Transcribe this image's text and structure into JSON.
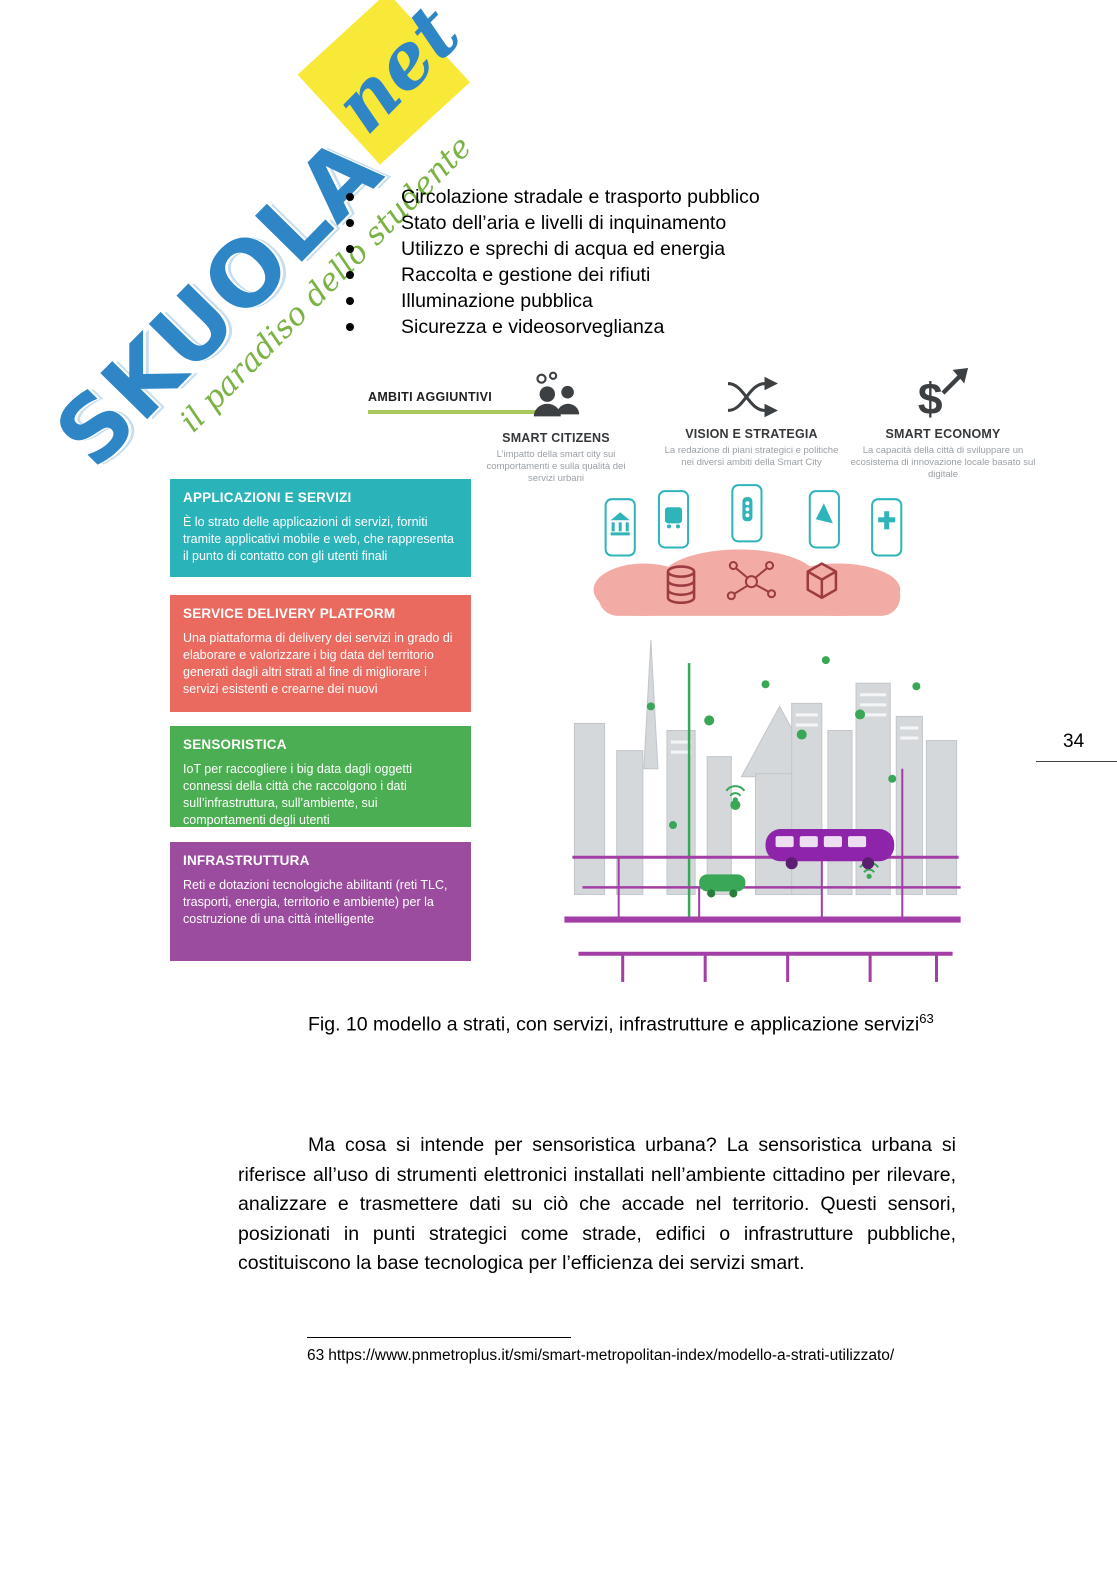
{
  "watermark": {
    "brand_main": "SKUOLA",
    "brand_suffix": "net",
    "tagline": "il paradiso dello studente"
  },
  "bullet_list": {
    "items": [
      "Circolazione stradale e trasporto pubblico",
      "Stato dell’aria e livelli di inquinamento",
      "Utilizzo e sprechi di acqua ed energia",
      "Raccolta e gestione dei rifiuti",
      "Illuminazione pubblica",
      "Sicurezza e videosorveglianza"
    ]
  },
  "figure": {
    "ambiti_label": "AMBITI AGGIUNTIVI",
    "icons": {
      "dollar_glyph": "$"
    },
    "top_columns": [
      {
        "title": "SMART CITIZENS",
        "description": "L’impatto della smart city sui comportamenti e sulla qualità dei servizi urbani",
        "icon": "people-gears-icon"
      },
      {
        "title": "VISION E STRATEGIA",
        "description": "La redazione di piani strategici e politiche nei diversi ambiti della Smart City",
        "icon": "branching-arrows-icon"
      },
      {
        "title": "SMART ECONOMY",
        "description": "La capacità della città di sviluppare un ecosistema di innovazione locale basato sul digitale",
        "icon": "dollar-growth-icon"
      }
    ],
    "layers": [
      {
        "title": "APPLICAZIONI E SERVIZI",
        "description": "È lo strato delle applicazioni di servizi,  forniti tramite applicativi mobile e web, che rappresenta il punto di contatto con gli utenti finali",
        "color": "#2bb3ba"
      },
      {
        "title": "SERVICE DELIVERY PLATFORM",
        "description": "Una piattaforma di delivery dei servizi in grado di elaborare e valorizzare i big data del territorio generati dagli altri strati al fine di migliorare i servizi esistenti e crearne dei nuovi",
        "color": "#ea6a5f"
      },
      {
        "title": "SENSORISTICA",
        "description": "IoT per raccogliere i big data dagli oggetti connessi della città che raccolgono i dati sull’infrastruttura, sull’ambiente, sui comportamenti degli utenti",
        "color": "#4cae52"
      },
      {
        "title": "INFRASTRUTTURA",
        "description": "Reti e dotazioni tecnologiche abilitanti (reti TLC, trasporti, energia, territorio e ambiente) per la costruzione di una città intelligente",
        "color": "#9b4c9e"
      }
    ],
    "illustration": {
      "phone_icons": [
        "bank-icon",
        "bus-icon",
        "traffic-signal-icon",
        "plane-icon",
        "health-icon"
      ],
      "cloud_icons": [
        "database-icon",
        "network-icon",
        "cube-icon"
      ],
      "accent_colors": {
        "teal": "#2fb4ba",
        "pink": "#f2aba5",
        "green": "#3aa757",
        "purple": "#a23ea5",
        "gray": "#d5d8db"
      }
    }
  },
  "page": {
    "number": "34"
  },
  "caption": {
    "text": "Fig. 10 modello a strati, con servizi, infrastrutture e applicazione servizi",
    "footnote_ref": "63"
  },
  "paragraph": {
    "text": "Ma cosa si intende per sensoristica urbana? La sensoristica urbana si riferisce all’uso di strumenti elettronici installati nell’ambiente cittadino per rilevare, analizzare e trasmettere dati su ciò che accade nel territorio. Questi sensori, posizionati in punti strategici come strade, edifici o infrastrutture pubbliche, costituiscono la base tecnologica per l’efficienza dei servizi smart."
  },
  "footnote": {
    "number": "63",
    "url": "https://www.pnmetroplus.it/smi/smart-metropolitan-index/modello-a-strati-utilizzato/"
  }
}
